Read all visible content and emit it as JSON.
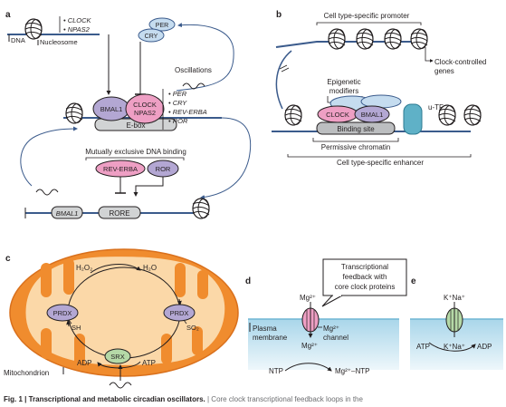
{
  "panel_a": {
    "label": "a",
    "gene_list_1": [
      "CLOCK",
      "NPAS2"
    ],
    "dna_label": "DNA",
    "nucleosome_label": "Nucleosome",
    "per": "PER",
    "cry": "CRY",
    "oscillations": "Oscillations",
    "bmal1": "BMAL1",
    "clock": "CLOCK",
    "npas2": "NPAS2",
    "ebox": "E-box",
    "gene_list_2": [
      "PER",
      "CRY",
      "REV-ERBA",
      "ROR"
    ],
    "mutually_exclusive": "Mutually exclusive DNA binding",
    "rev_erba": "REV-ERBA",
    "ror": "ROR",
    "bmal1_gene": "BMAL1",
    "rore": "RORE"
  },
  "panel_b": {
    "label": "b",
    "promoter": "Cell type-specific promoter",
    "clock_controlled": [
      "Clock-controlled",
      "genes"
    ],
    "epigenetic": [
      "Epigenetic",
      "modifiers"
    ],
    "utf": "u-TF",
    "clock": "CLOCK",
    "bmal1": "BMAL1",
    "binding_site": "Binding site",
    "permissive": "Permissive chromatin",
    "enhancer": "Cell type-specific enhancer"
  },
  "panel_c": {
    "label": "c",
    "h2o2": "H₂O₂",
    "h2o": "H₂O",
    "prdx": "PRDX",
    "sh": "SH",
    "so2": "SO₂",
    "srx": "SRX",
    "adp": "ADP",
    "atp": "ATP",
    "mitochondrion": "Mitochondrion"
  },
  "panel_d": {
    "label": "d",
    "callout": [
      "Transcriptional",
      "feedback with",
      "core clock proteins"
    ],
    "mg_top": "Mg²⁺",
    "mg_bottom": "Mg²⁺",
    "plasma_membrane": [
      "Plasma",
      "membrane"
    ],
    "channel": [
      "Mg²⁺",
      "channel"
    ],
    "ntp": "NTP",
    "mg_ntp": "Mg²⁺–NTP"
  },
  "panel_e": {
    "label": "e",
    "kna_top": "K⁺Na⁺",
    "kna_bottom": "K⁺Na⁺",
    "atp": "ATP",
    "adp": "ADP"
  },
  "caption": {
    "prefix": "Fig. 1 |",
    "bold": " Transcriptional and metabolic circadian oscillators.",
    "rest": " | Core clock transcriptional feedback loops in the"
  },
  "colors": {
    "pink": "#ee9fc4",
    "purple": "#b3a7d3",
    "blue_light": "#c5dcef",
    "teal": "#5fb1c7",
    "orange": "#f5a84a",
    "orange_dark": "#f08c2e",
    "mito_inner": "#fbd8a8",
    "green": "#b5d9a7",
    "membrane": "#bfe0ee"
  }
}
